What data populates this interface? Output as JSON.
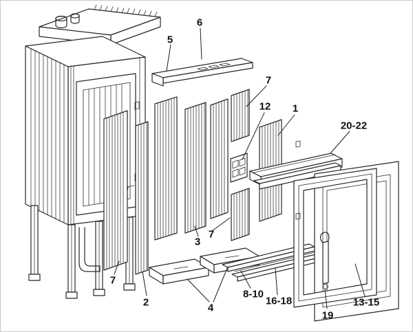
{
  "page": {
    "background": "#ffffff",
    "line_color": "#262626",
    "kind": "exploded-parts-diagram"
  },
  "diagram": {
    "callouts": [
      {
        "part": "rail-end-tab",
        "label": "5"
      },
      {
        "part": "top-rail",
        "label": "6"
      },
      {
        "part": "baffle-panel-top",
        "label": "7"
      },
      {
        "part": "slotted-block",
        "label": "12"
      },
      {
        "part": "fin-panel-right",
        "label": "1"
      },
      {
        "part": "trim-set",
        "label": "20-22"
      },
      {
        "part": "fin-panel-mid",
        "label": "3"
      },
      {
        "part": "baffle-panel-bottom",
        "label": "7"
      },
      {
        "part": "baffle-panel-left",
        "label": "7"
      },
      {
        "part": "side-panel",
        "label": "2"
      },
      {
        "part": "base-bricks",
        "label": "4"
      },
      {
        "part": "rail-upper",
        "label": "8-10"
      },
      {
        "part": "rail-lower",
        "label": "16-18"
      },
      {
        "part": "door-handle",
        "label": "19"
      },
      {
        "part": "door-assembly",
        "label": "13-15"
      }
    ]
  }
}
